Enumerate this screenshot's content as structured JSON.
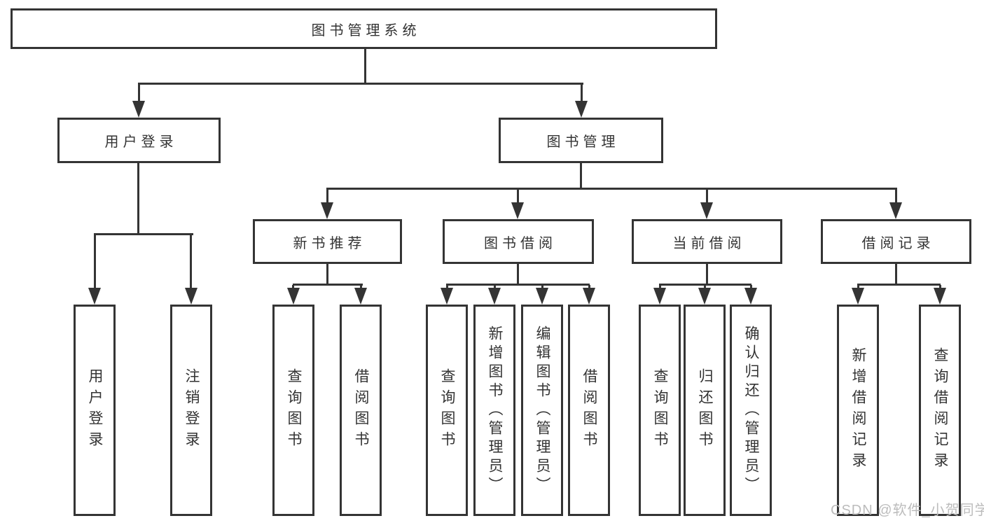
{
  "colors": {
    "line": "#343434",
    "text": "#333333",
    "watermark": "#bcbcbc",
    "background": "#ffffff"
  },
  "watermark": {
    "text": "CSDN @软件_小贺同学"
  },
  "diagram": {
    "root": {
      "label": "图书管理系统"
    },
    "branches": [
      {
        "label": "用户登录",
        "children": [
          {
            "label": "用户登录"
          },
          {
            "label": "注销登录"
          }
        ]
      },
      {
        "label": "图书管理",
        "children": [
          {
            "label": "新书推荐",
            "children": [
              {
                "label": "查询图书"
              },
              {
                "label": "借阅图书"
              }
            ]
          },
          {
            "label": "图书借阅",
            "children": [
              {
                "label": "查询图书"
              },
              {
                "label": "新增图书（管理员）"
              },
              {
                "label": "编辑图书（管理员）"
              },
              {
                "label": "借阅图书"
              }
            ]
          },
          {
            "label": "当前借阅",
            "children": [
              {
                "label": "查询图书"
              },
              {
                "label": "归还图书"
              },
              {
                "label": "确认归还（管理员）"
              }
            ]
          },
          {
            "label": "借阅记录",
            "children": [
              {
                "label": "新增借阅记录"
              },
              {
                "label": "查询借阅记录"
              }
            ]
          }
        ]
      }
    ]
  }
}
